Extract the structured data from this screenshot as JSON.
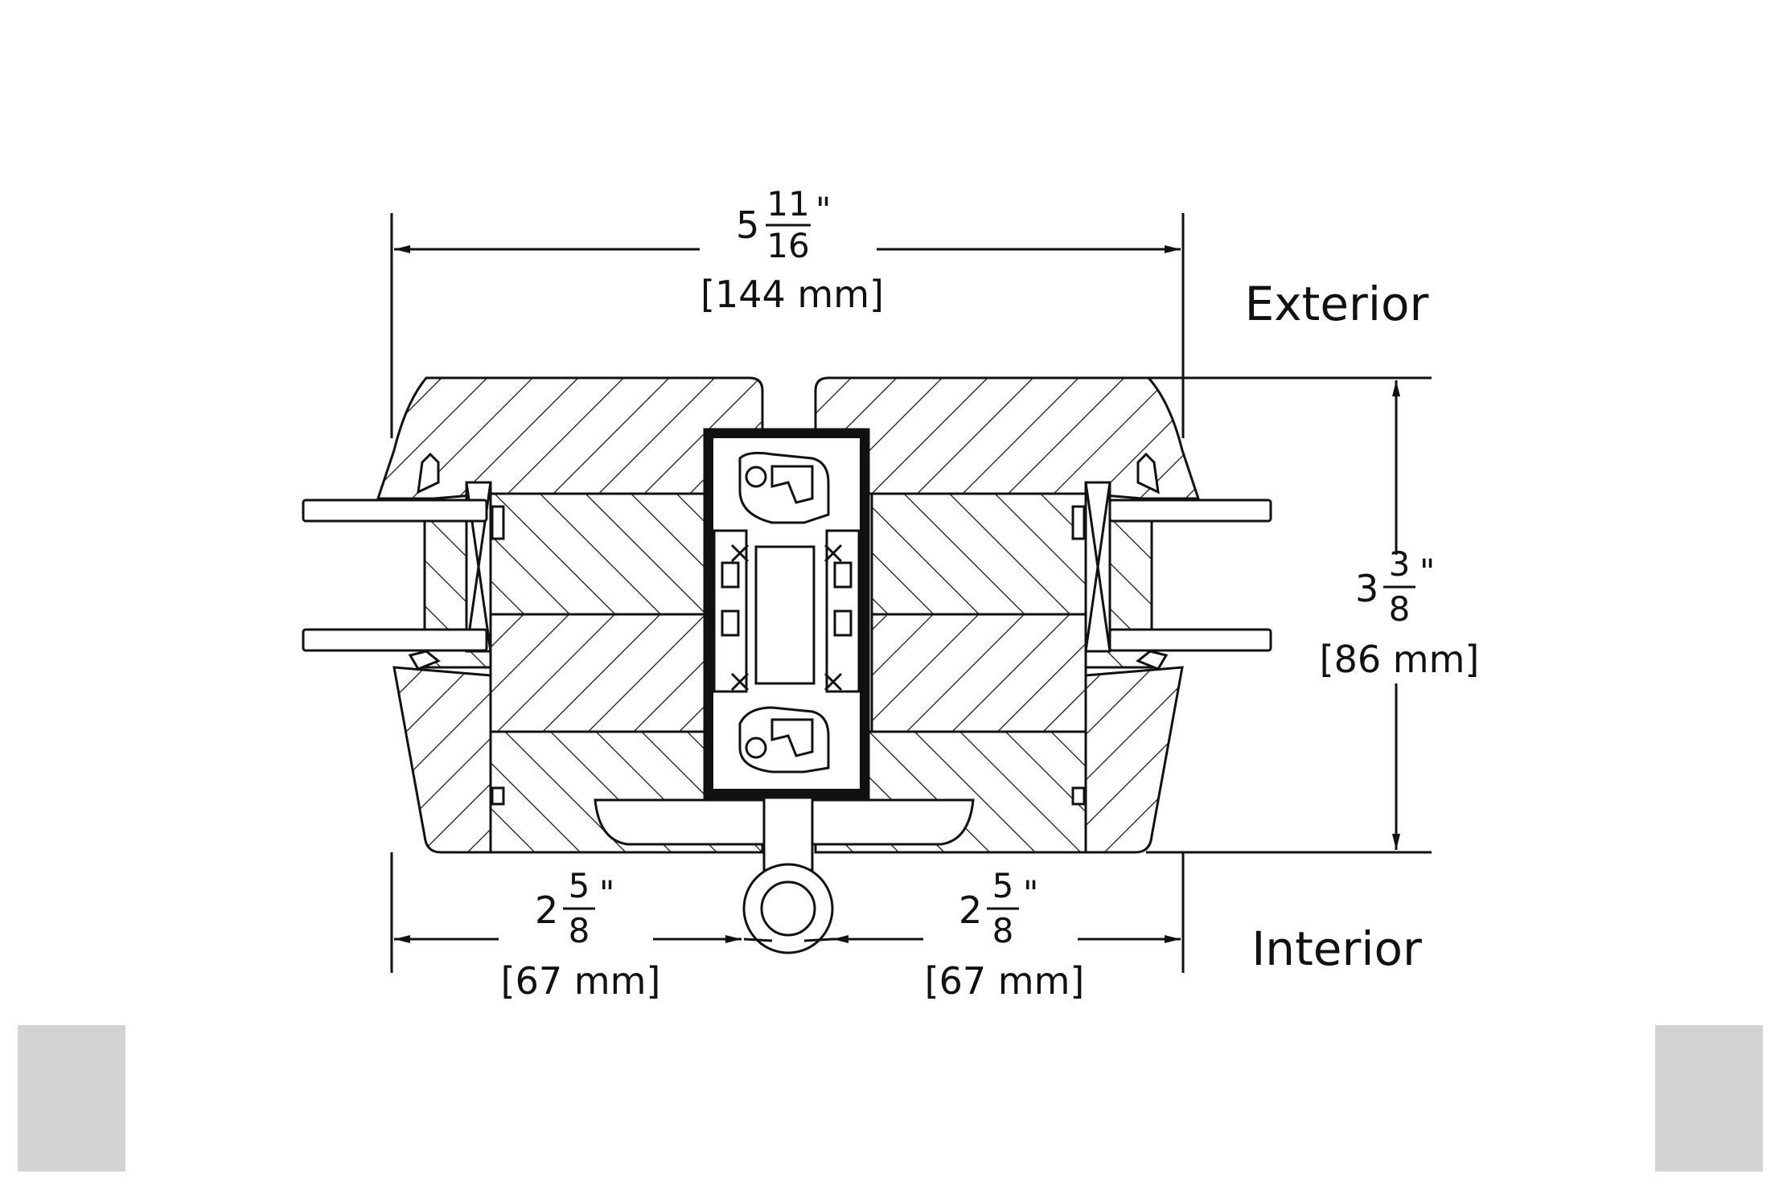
{
  "diagram": {
    "overall_width": {
      "whole": "5",
      "num": "11",
      "den": "16",
      "unit": "\"",
      "metric": "[144 mm]"
    },
    "height": {
      "whole": "3",
      "num": "3",
      "den": "8",
      "unit": "\"",
      "metric": "[86 mm]"
    },
    "left_width": {
      "whole": "2",
      "num": "5",
      "den": "8",
      "unit": "\"",
      "metric": "[67 mm]"
    },
    "right_width": {
      "whole": "2",
      "num": "5",
      "den": "8",
      "unit": "\"",
      "metric": "[67 mm]"
    },
    "exterior_label": "Exterior",
    "interior_label": "Interior"
  },
  "colors": {
    "line": "#111111",
    "background": "#ffffff",
    "corner_tab": "#d3d3d3"
  }
}
